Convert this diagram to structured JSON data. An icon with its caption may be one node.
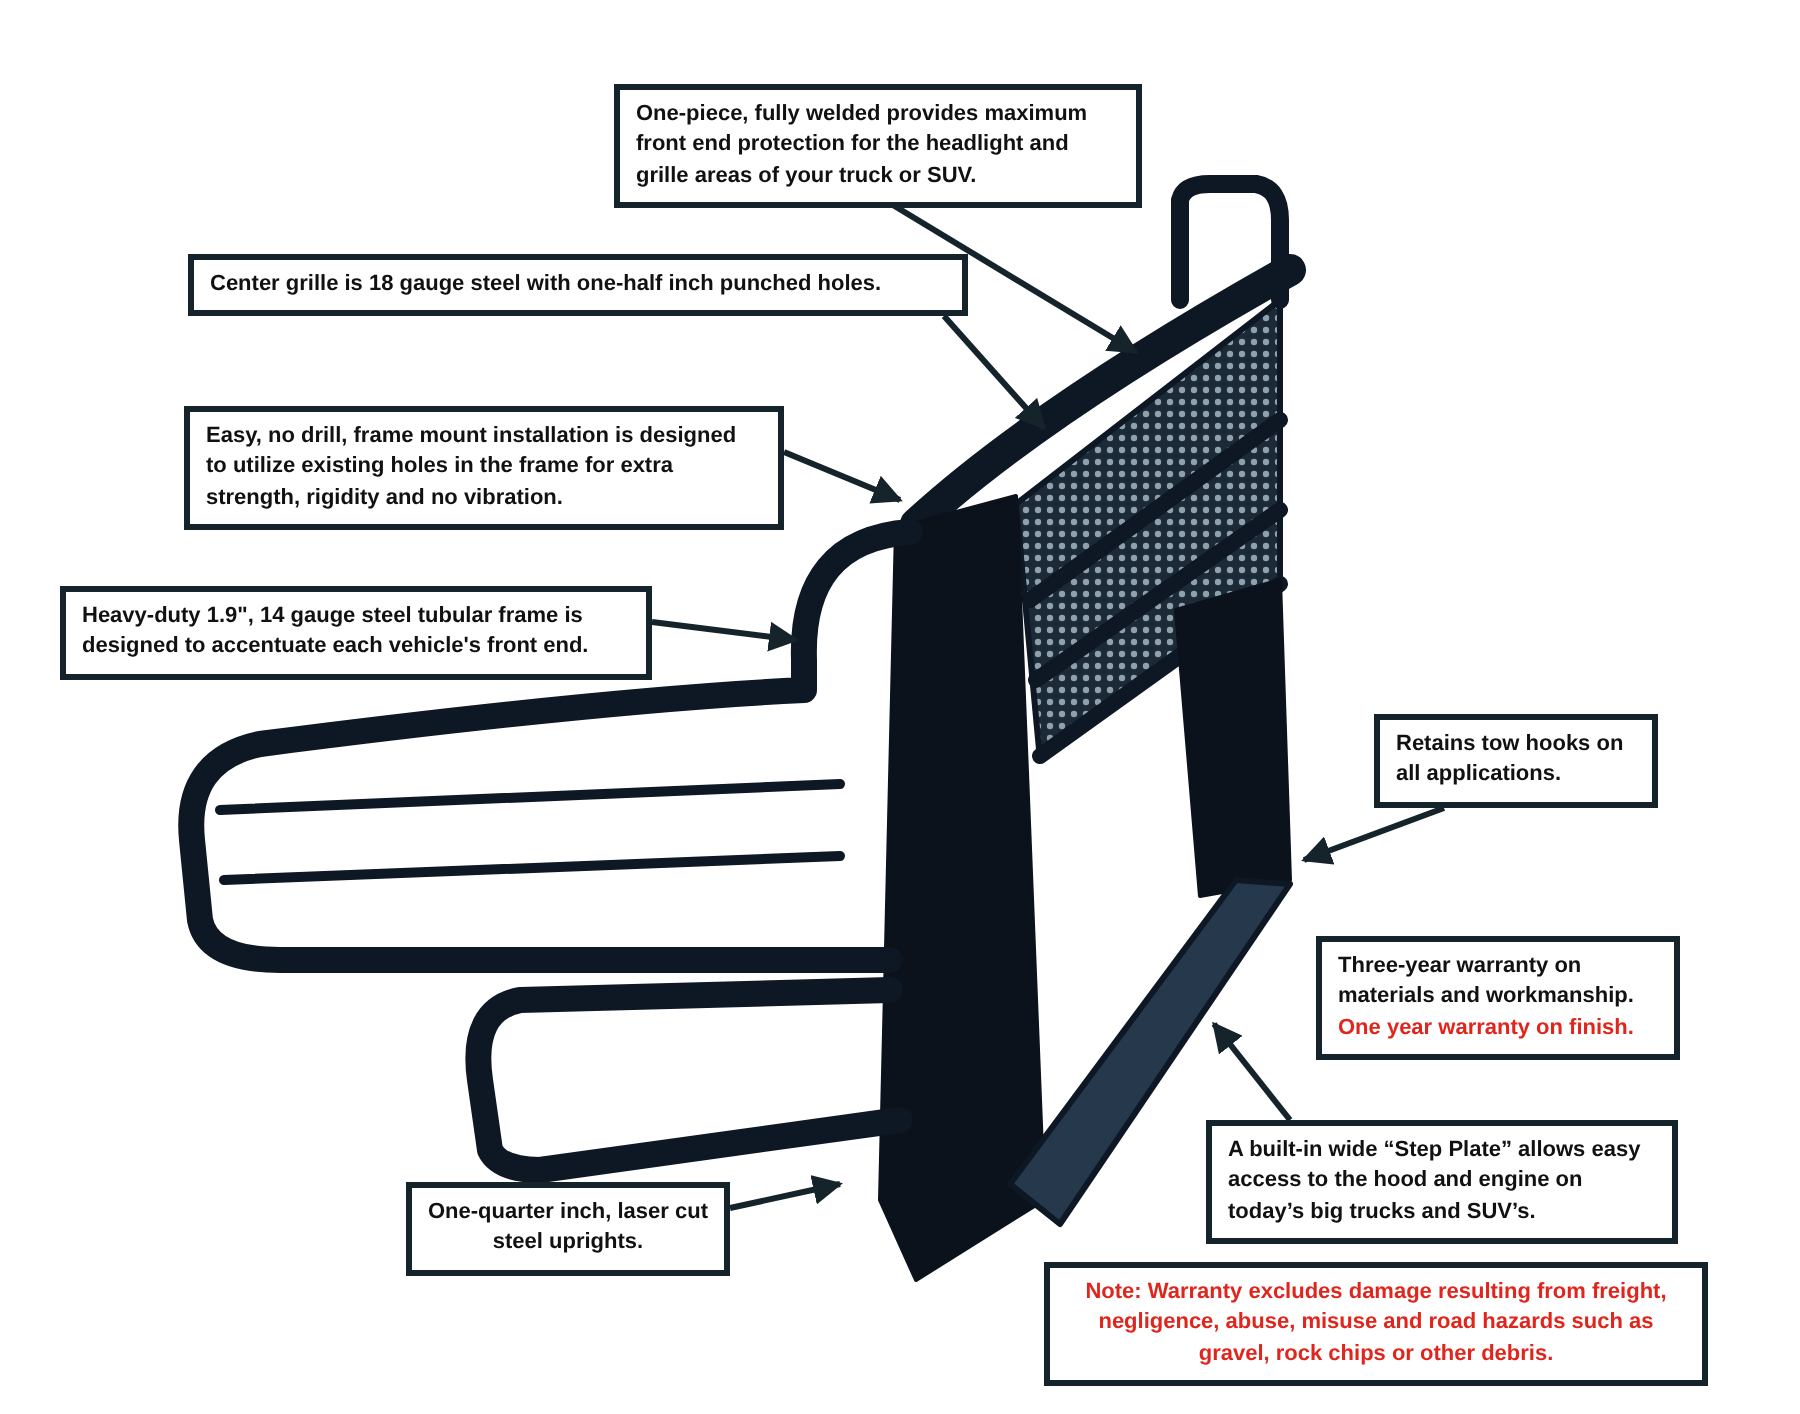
{
  "diagram": {
    "nodes": [
      {
        "text": [
          "One-piece, fully welded provides maximum front end protection for the headlight and grille areas of your truck or SUV."
        ]
      },
      {
        "text": [
          "Center grille is 18 gauge steel with one-half inch punched holes."
        ]
      },
      {
        "text": [
          "Easy, no drill, frame mount installation is designed to utilize existing holes in the frame for extra strength, rigidity and no vibration."
        ]
      },
      {
        "text": [
          "Heavy-duty 1.9\", 14 gauge steel tubular frame is designed to accentuate each vehicle's front end."
        ]
      },
      {
        "text": [
          "Retains tow hooks on all applications."
        ]
      },
      {
        "text": [
          "Three-year warranty on materials and workmanship.",
          "One year warranty on finish."
        ]
      },
      {
        "text": [
          "A built-in wide “Step Plate” allows easy access to the hood and engine on today’s big trucks and SUV’s."
        ]
      },
      {
        "text": [
          "One-quarter inch, laser cut steel uprights."
        ]
      },
      {
        "text": [
          "Note: Warranty excludes damage resulting from freight, negligence, abuse, misuse and road hazards such as gravel, rock chips or other debris."
        ]
      }
    ],
    "edges": [
      {
        "from": 0,
        "to": null,
        "arrow": "to"
      },
      {
        "from": 1,
        "to": null,
        "arrow": "to"
      },
      {
        "from": 2,
        "to": null,
        "arrow": "to"
      },
      {
        "from": 3,
        "to": null,
        "arrow": "to"
      },
      {
        "from": 4,
        "to": null,
        "arrow": "to"
      },
      {
        "from": 6,
        "to": null,
        "arrow": "to"
      },
      {
        "from": 7,
        "to": null,
        "arrow": "to"
      }
    ]
  }
}
